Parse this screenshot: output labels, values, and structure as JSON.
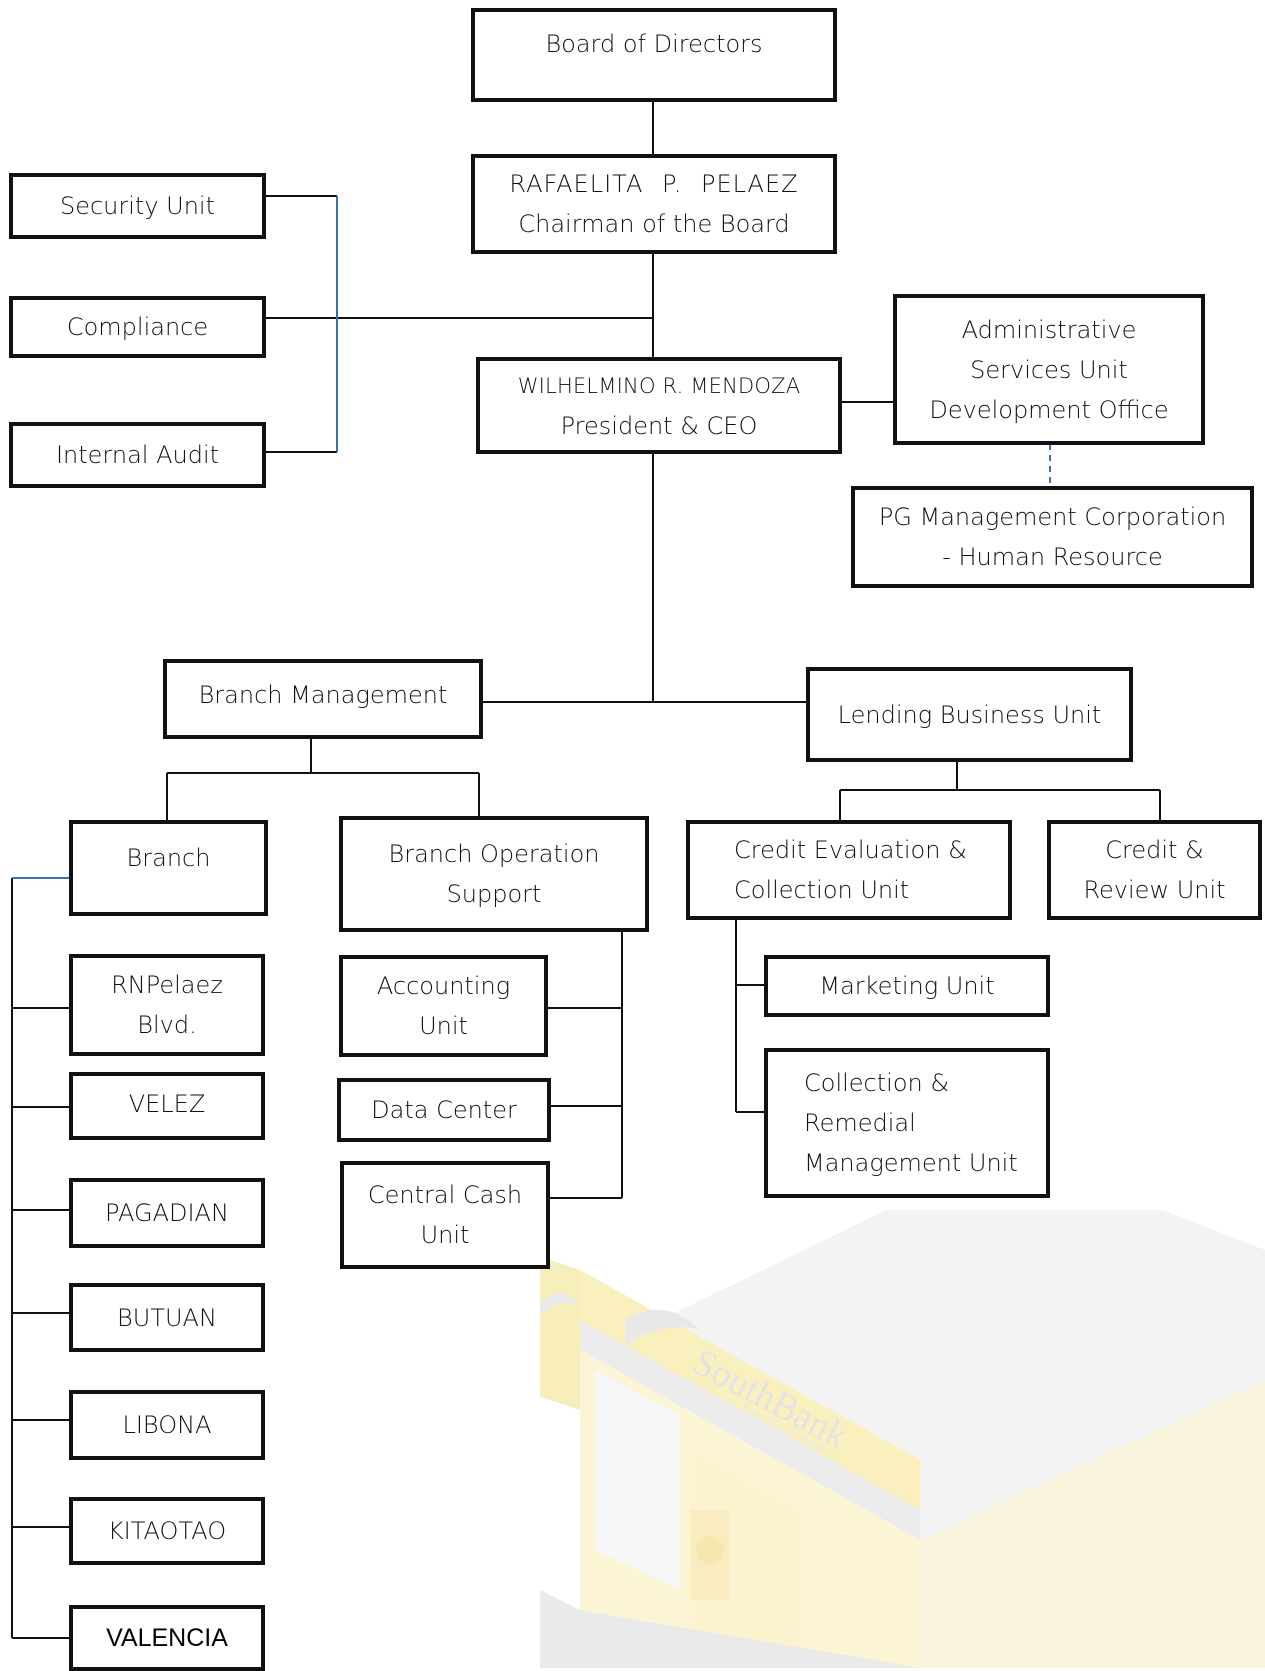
{
  "org": {
    "board": "Board of Directors",
    "chairman_name": "RAFAELITA  P.  PELAEZ",
    "chairman_title": "Chairman of the Board",
    "security": "Security Unit",
    "compliance": "Compliance",
    "audit": "Internal Audit",
    "president_name": "WILHELMINO R. MENDOZA",
    "president_title": "President & CEO",
    "admin_1": "Administrative",
    "admin_2": "Services Unit",
    "admin_3": "Development Office",
    "pg_1": "PG Management Corporation",
    "pg_2": "- Human Resource",
    "branch_mgmt": "Branch Management",
    "lending": "Lending Business Unit",
    "branch": "Branch",
    "bos_1": "Branch Operation",
    "bos_2": "Support",
    "credit_eval_1": "Credit Evaluation &",
    "credit_eval_2": "Collection Unit",
    "credit_review_1": "Credit &",
    "credit_review_2": "Review Unit",
    "branches": [
      "RNPelaez",
      "Blvd.",
      "VELEZ",
      "PAGADIAN",
      "BUTUAN",
      "LIBONA",
      "KITAOTAO",
      "VALENCIA"
    ],
    "accounting_1": "Accounting",
    "accounting_2": "Unit",
    "data_center": "Data Center",
    "cash_1": "Central Cash",
    "cash_2": "Unit",
    "marketing": "Marketing Unit",
    "collection_1": "Collection &",
    "collection_2": "Remedial",
    "collection_3": "Management Unit"
  },
  "watermark": {
    "brand": "SouthBank",
    "tagline": "Your Rural Bank"
  },
  "colors": {
    "line": "#111111",
    "blue_line": "#3a6fb0",
    "building_yellow": "#f5e27a",
    "building_gray": "#d8d8d8"
  }
}
